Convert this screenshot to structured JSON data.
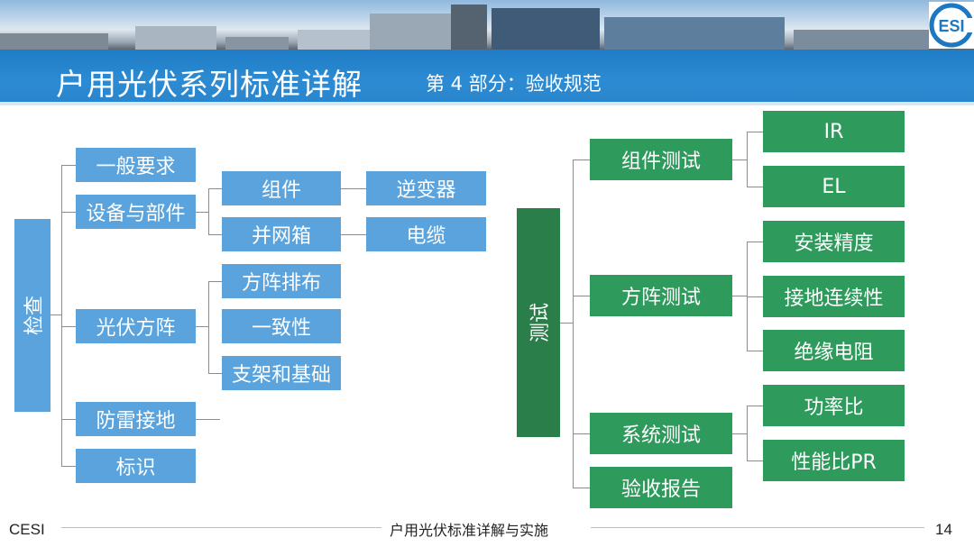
{
  "header": {
    "title": "户用光伏系列标准详解",
    "subtitle": "第 4 部分：验收规范",
    "logo_text": "ESI"
  },
  "left_tree": {
    "root": "检查",
    "items": {
      "general": "一般要求",
      "equipment": "设备与部件",
      "module": "组件",
      "inverter": "逆变器",
      "combiner": "并网箱",
      "cable": "电缆",
      "array": "光伏方阵",
      "array_layout": "方阵排布",
      "consistency": "一致性",
      "support": "支架和基础",
      "lightning": "防雷接地",
      "marking": "标识"
    }
  },
  "right_tree": {
    "root": "测试",
    "items": {
      "module_test": "组件测试",
      "ir": "IR",
      "el": "EL",
      "array_test": "方阵测试",
      "install_precision": "安装精度",
      "ground_continuity": "接地连续性",
      "insulation": "绝缘电阻",
      "system_test": "系统测试",
      "power_ratio": "功率比",
      "pr": "性能比PR",
      "report": "验收报告"
    }
  },
  "footer": {
    "left": "CESI",
    "center": "户用光伏标准详解与实施",
    "page": "14"
  },
  "colors": {
    "blue_box": "#5aa3dc",
    "green_box": "#2e9a5c",
    "title_bar": "#2a86cd"
  }
}
